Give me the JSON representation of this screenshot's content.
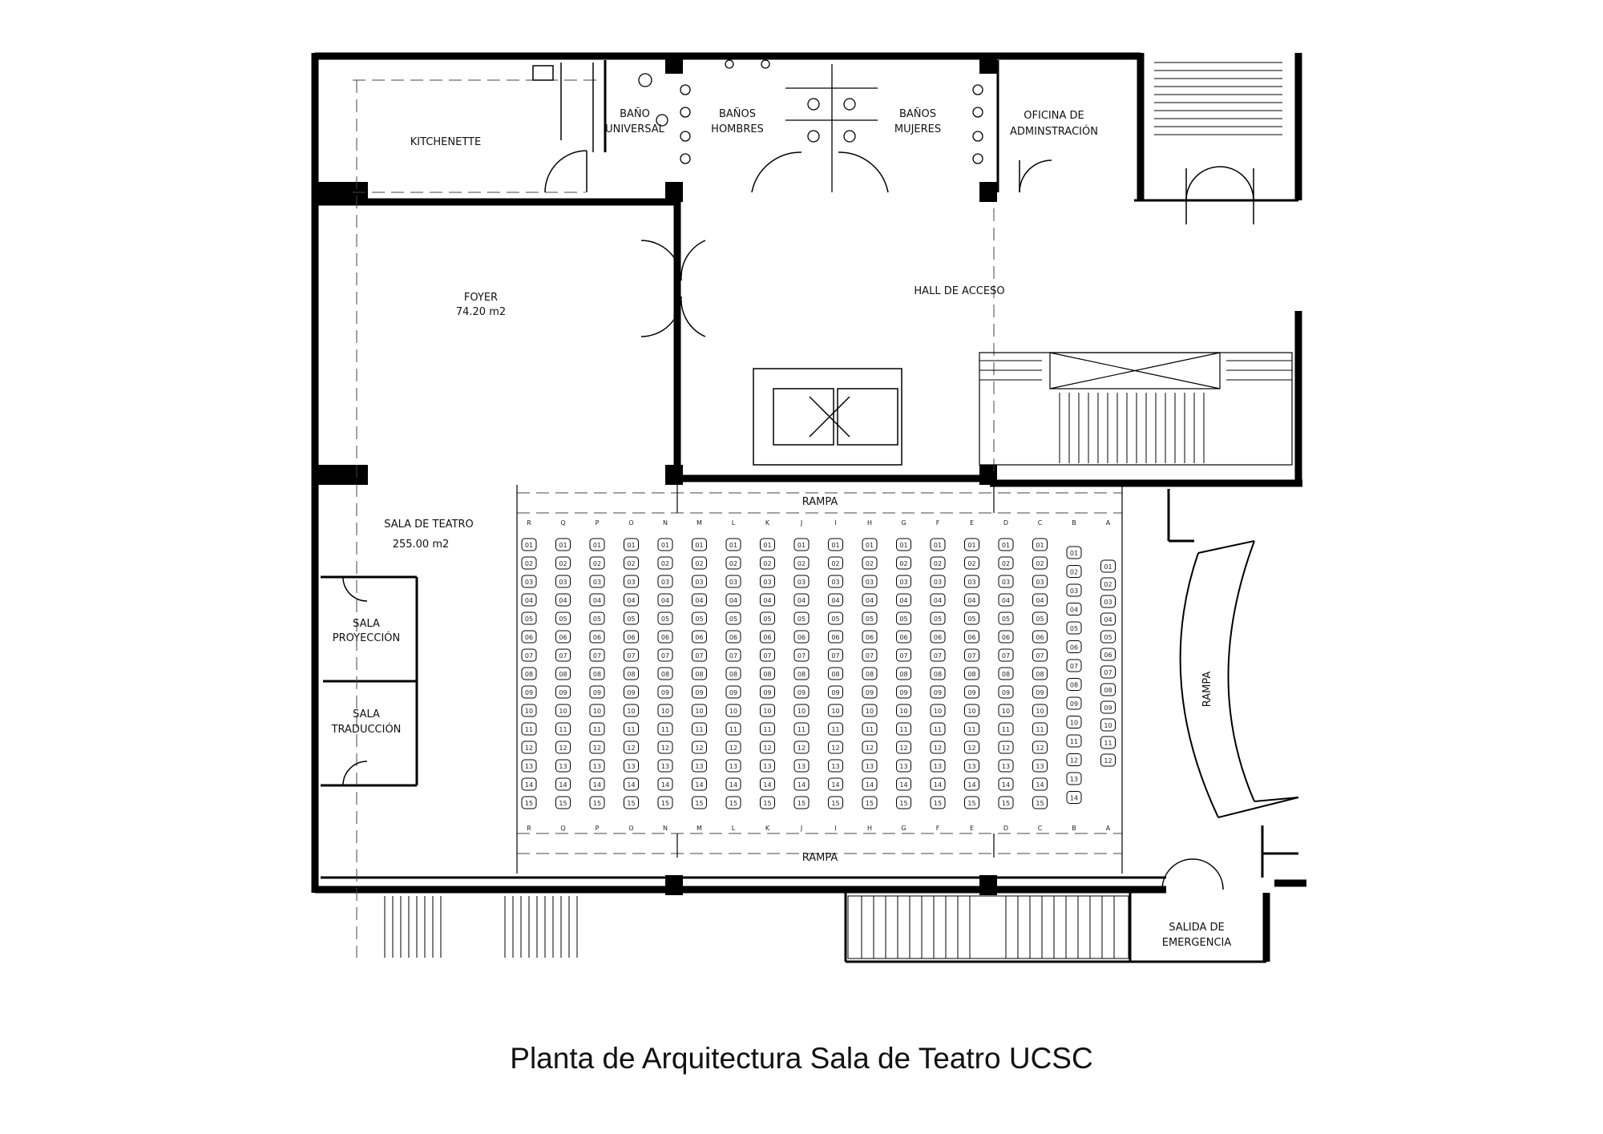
{
  "rooms": {
    "kitchenette": [
      "KITCHENETTE"
    ],
    "bano_universal": [
      "BAÑO",
      "UNIVERSAL"
    ],
    "banos_hombres": [
      "BAÑOS",
      "HOMBRES"
    ],
    "banos_mujeres": [
      "BAÑOS",
      "MUJERES"
    ],
    "oficina": [
      "OFICINA DE",
      "ADMINSTRACIÓN"
    ],
    "foyer": [
      "FOYER",
      "74.20  m2"
    ],
    "hall": [
      "HALL DE ACCESO"
    ],
    "sala_teatro": [
      "SALA DE TEATRO",
      "255.00  m2"
    ],
    "sala_proyeccion": [
      "SALA",
      "PROYECCIÓN"
    ],
    "sala_traduccion": [
      "SALA",
      "TRADUCCIÓN"
    ],
    "salida": [
      "SALIDA DE",
      "EMERGENCIA"
    ]
  },
  "ramp_label": "RAMPA",
  "seating": {
    "rows": [
      "R",
      "Q",
      "P",
      "O",
      "N",
      "M",
      "L",
      "K",
      "J",
      "I",
      "H",
      "G",
      "F",
      "E",
      "D",
      "C",
      "B",
      "A"
    ],
    "main_rows_seats": 15,
    "b_row_seats": 14,
    "a_row_seats": 12
  },
  "caption": "Planta de Arquitectura Sala de Teatro UCSC"
}
